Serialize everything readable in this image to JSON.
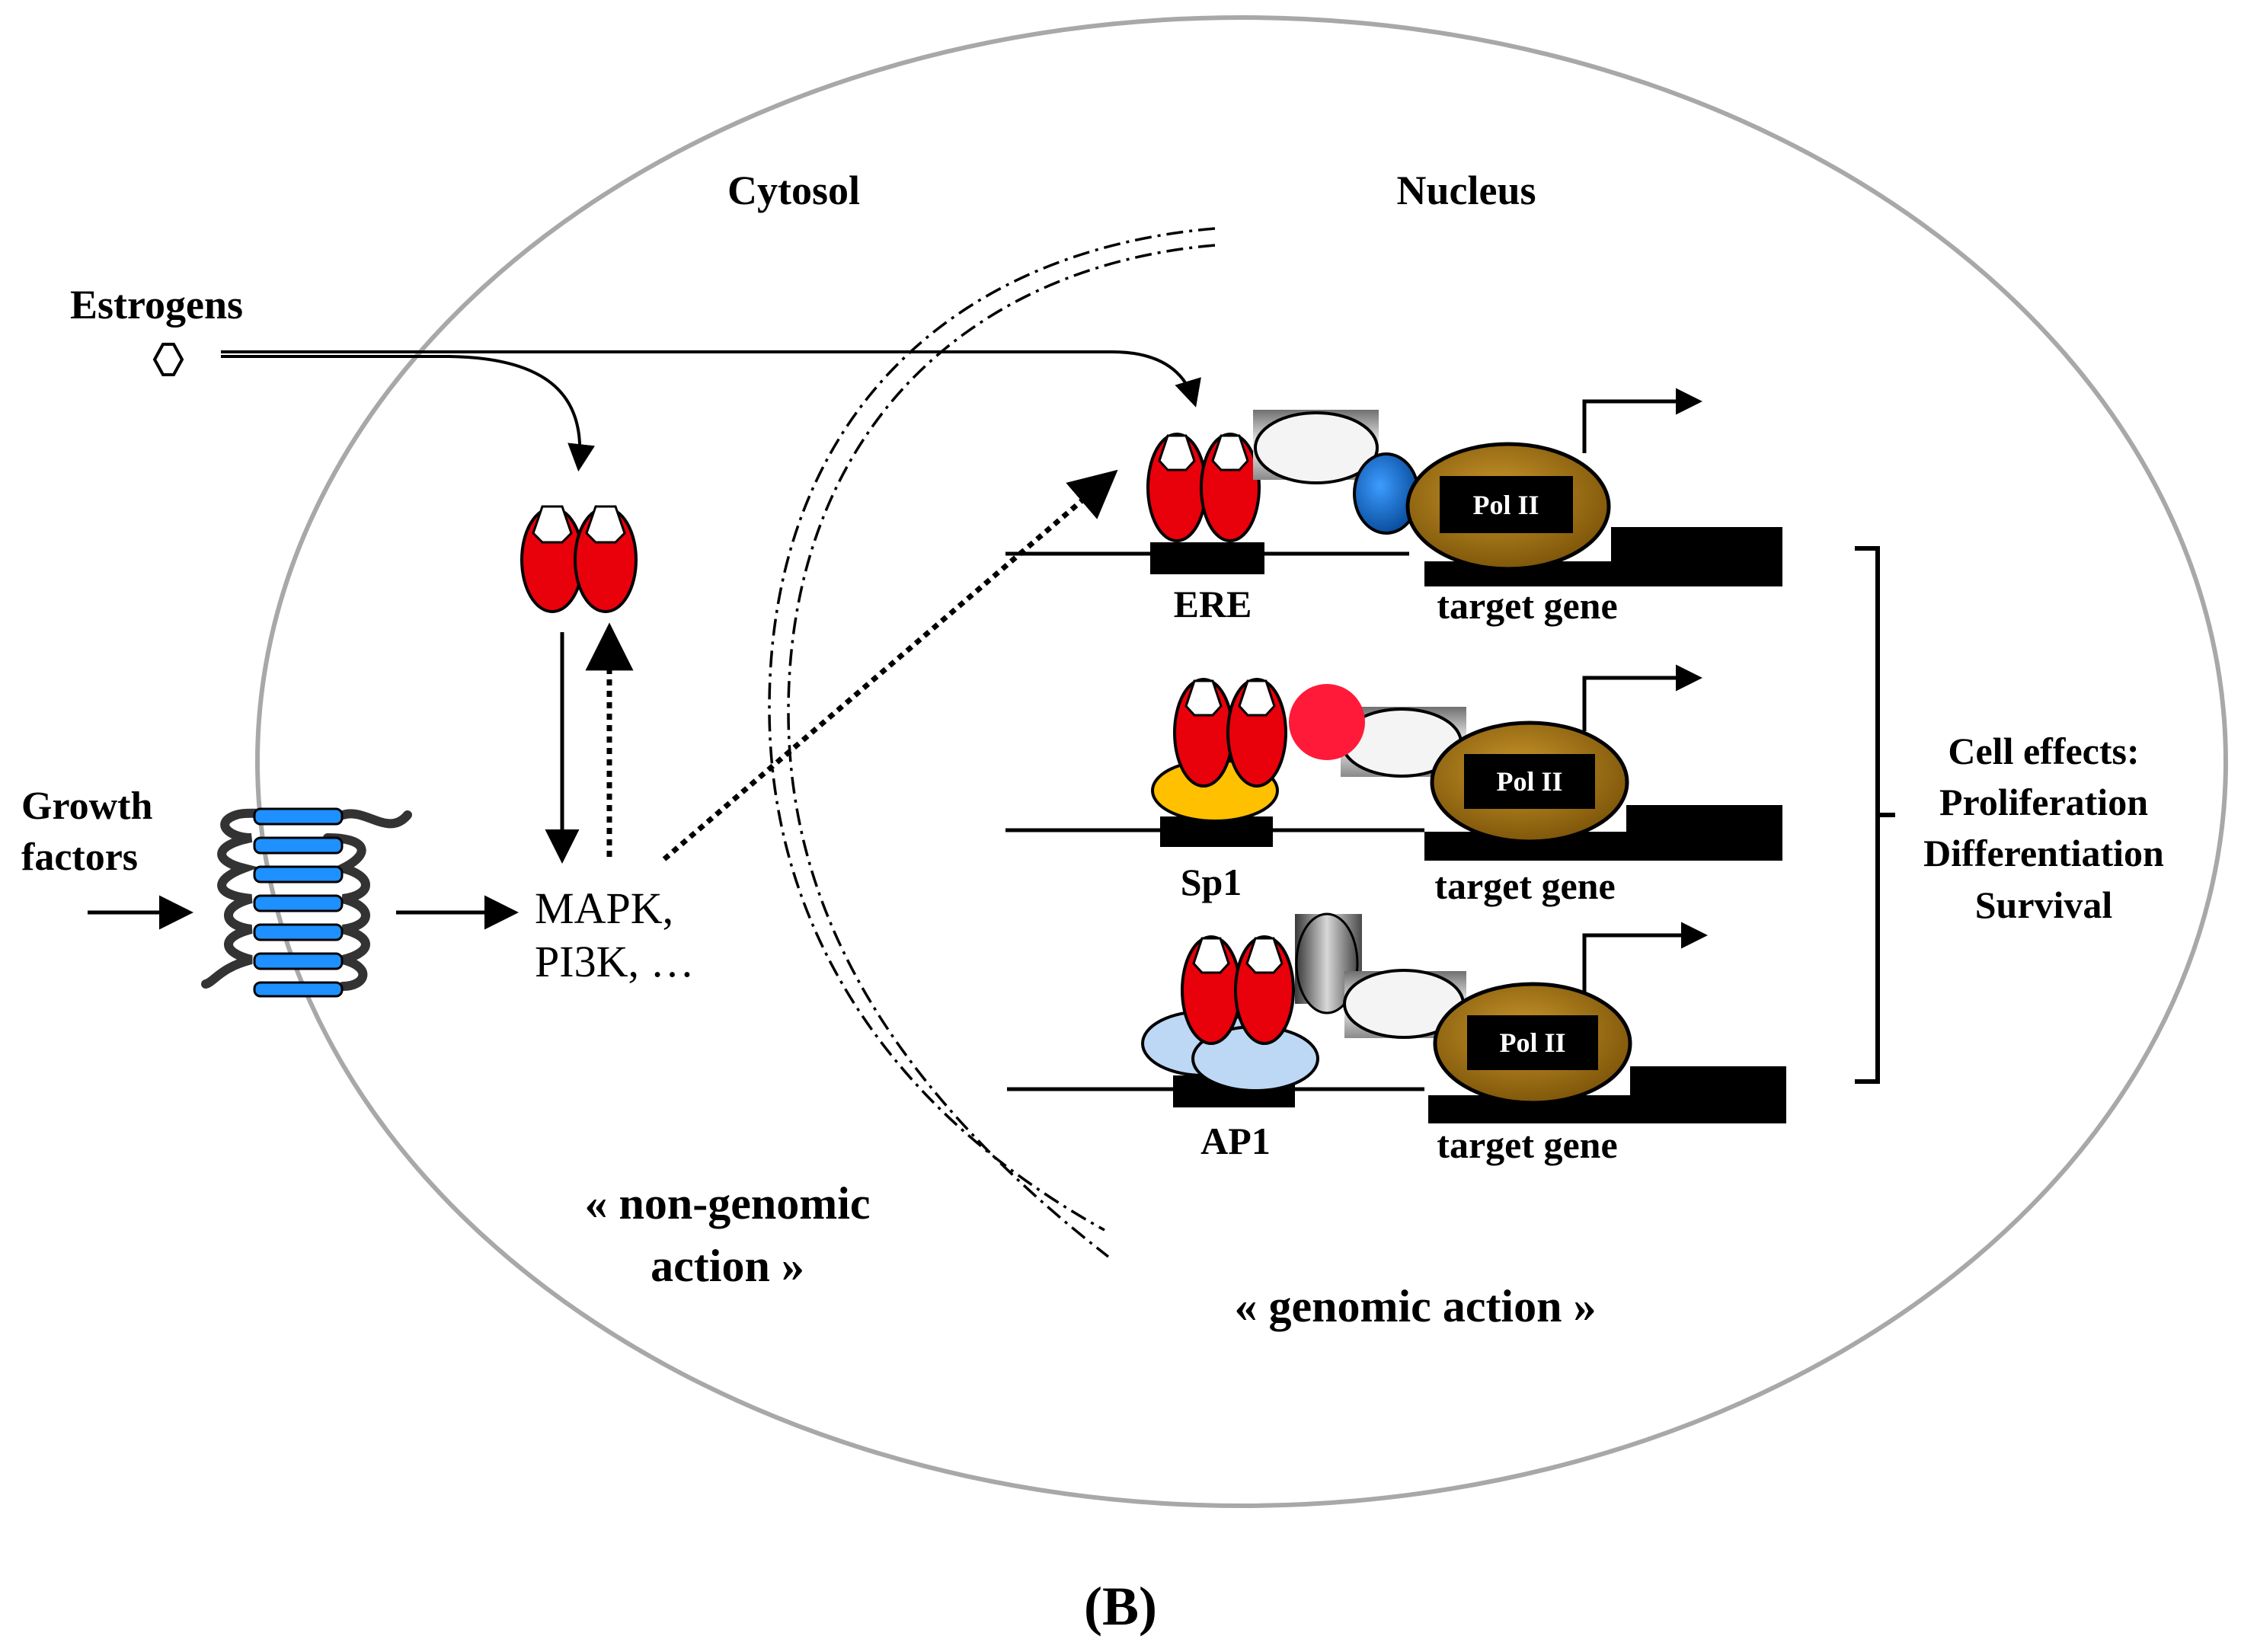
{
  "regions": {
    "cytosol": "Cytosol",
    "nucleus": "Nucleus"
  },
  "inputs": {
    "estrogens": "Estrogens",
    "growth_factors_line1": "Growth",
    "growth_factors_line2": "factors"
  },
  "kinases": {
    "line1": "MAPK,",
    "line2": "PI3K, …"
  },
  "elements": {
    "ere": "ERE",
    "sp1": "Sp1",
    "ap1": "AP1"
  },
  "target_gene": "target gene",
  "pol": "Pol II",
  "cell_effects": {
    "title": "Cell effects:",
    "items": [
      "Proliferation",
      "Differentiation",
      "Survival"
    ]
  },
  "actions": {
    "non_genomic_line1": "« non-genomic",
    "non_genomic_line2": "action »",
    "genomic": "« genomic action »"
  },
  "panel_label": "(B)",
  "colors": {
    "receptor": "#e8000b",
    "receptor_cap": "#ffffff",
    "membrane_receptor": "#1e90ff",
    "polymerase": "#9a6a10",
    "sp1_factor": "#ffc000",
    "ap1_factor": "#bcd8f5",
    "coactivator_blue": "#0a64c8",
    "coactivator_red": "#ff1a3a",
    "cell_outline": "#a8a8a8"
  }
}
